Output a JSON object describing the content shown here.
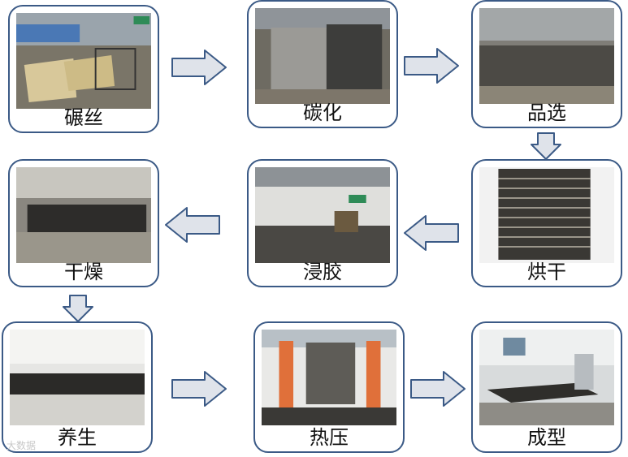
{
  "steps": [
    {
      "label": "碾丝"
    },
    {
      "label": "碳化"
    },
    {
      "label": "品选"
    },
    {
      "label": "干燥"
    },
    {
      "label": "浸胶"
    },
    {
      "label": "烘干"
    },
    {
      "label": "养生"
    },
    {
      "label": "热压"
    },
    {
      "label": "成型"
    }
  ],
  "watermark": "大数据"
}
